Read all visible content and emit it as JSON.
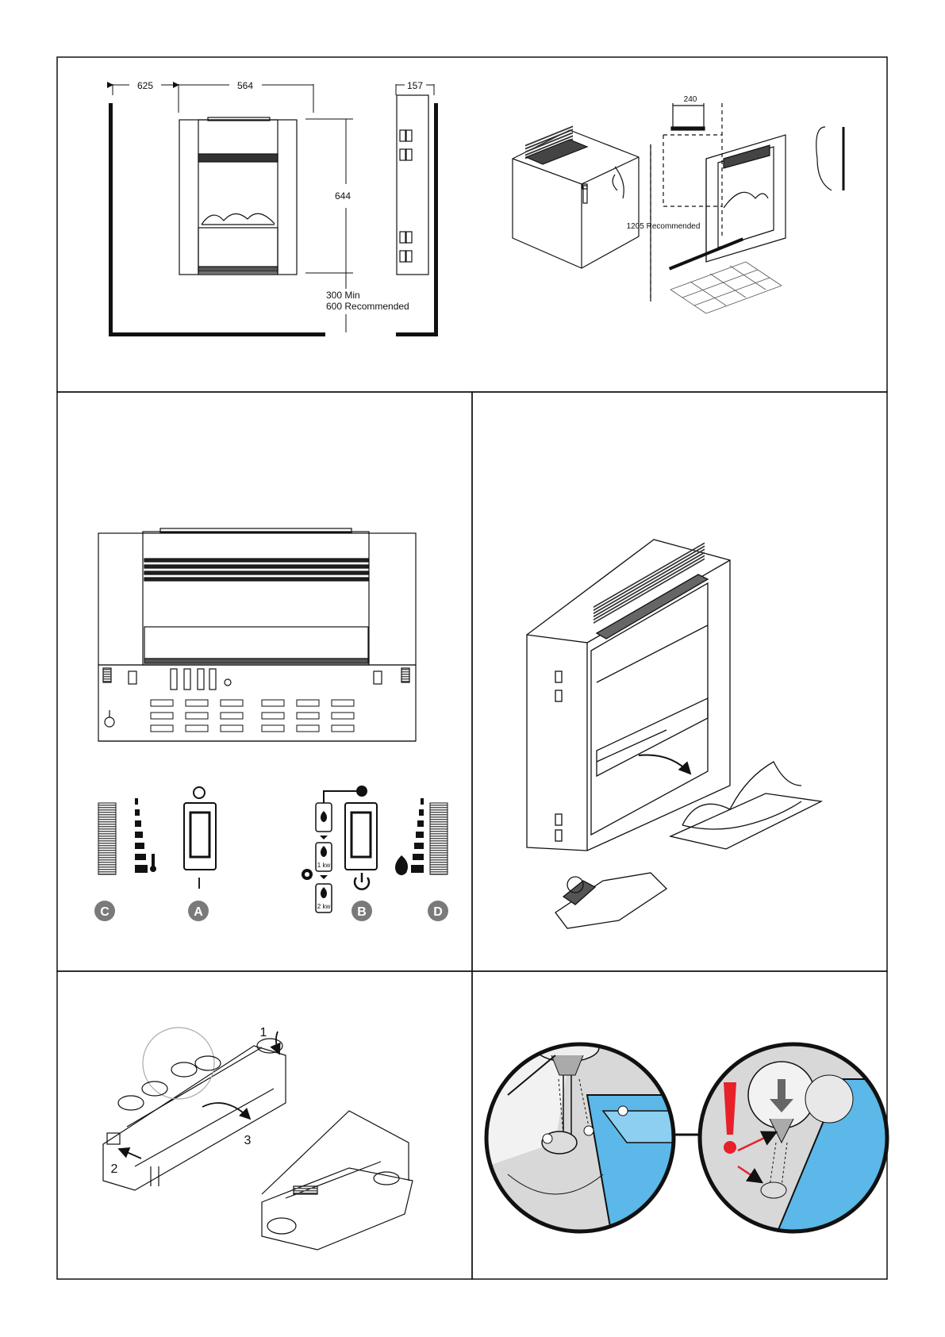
{
  "dimensions": {
    "left_clearance": "625",
    "width": "564",
    "depth": "157",
    "height": "644",
    "floor_min": "300 Min",
    "floor_recommended": "600 Recommended"
  },
  "mounting": {
    "bracket_width": "240",
    "height_recommended": "1205 Recommended"
  },
  "controls": {
    "badge_a": "A",
    "badge_b": "B",
    "badge_c": "C",
    "badge_d": "D",
    "switch_a_on_symbol": "I",
    "power_1kw": "1 kw",
    "power_2kw": "2 kw"
  },
  "steps": {
    "step_1": "1",
    "step_2": "2",
    "step_3": "3"
  },
  "colors": {
    "badge_gray": "#7a7a7a",
    "tray_blue": "#5bb8e8",
    "warning_red": "#e8202a",
    "outline": "#111111"
  }
}
